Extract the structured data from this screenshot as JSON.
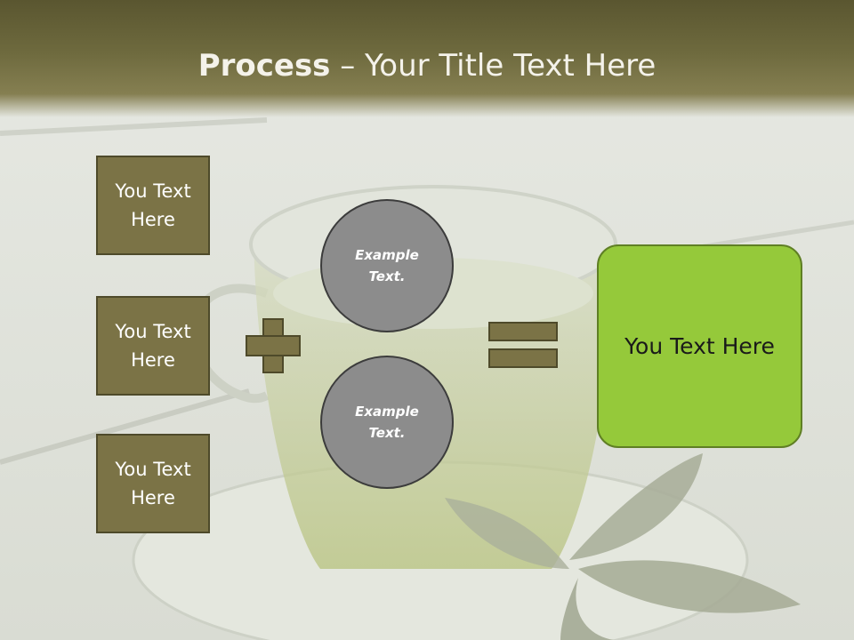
{
  "title": {
    "bold": "Process",
    "rest": " – Your Title Text Here"
  },
  "inputs": [
    {
      "label": "You Text Here"
    },
    {
      "label": "You Text Here"
    },
    {
      "label": "You Text Here"
    }
  ],
  "circles": [
    {
      "label": "Example Text."
    },
    {
      "label": "Example Text."
    }
  ],
  "operators": {
    "plus": "plus-icon",
    "equals": "equals-icon"
  },
  "result": {
    "label": "You Text Here"
  },
  "colors": {
    "olive": "#7b7346",
    "green": "#95c93a",
    "grey": "#8c8c8c",
    "header": "#6e6a3e"
  }
}
